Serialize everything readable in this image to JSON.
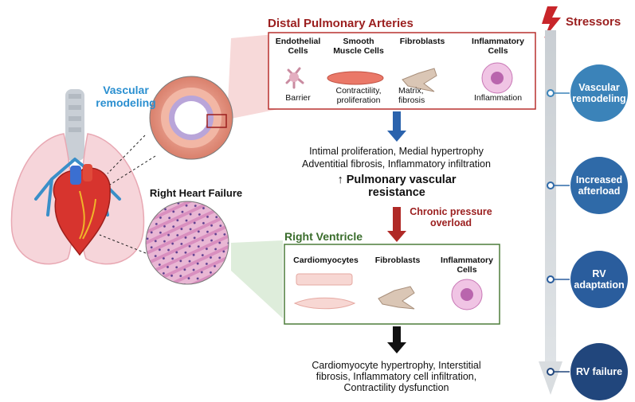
{
  "diagram": {
    "vascular_remodeling_label": "Vascular remodeling",
    "right_heart_failure_label": "Right Heart Failure",
    "distal": {
      "title": "Distal Pulmonary Arteries",
      "cells": [
        {
          "name": "Endothelial Cells",
          "role": "Barrier"
        },
        {
          "name": "Smooth Muscle Cells",
          "role": "Contractility, proliferation"
        },
        {
          "name": "Fibroblasts",
          "role": "Matrix, fibrosis"
        },
        {
          "name": "Inflammatory Cells",
          "role": "Inflammation"
        }
      ]
    },
    "remodeling_text": {
      "line1": "Intimal proliferation, Medial hypertrophy",
      "line2": "Adventitial fibrosis, Inflammatory infiltration",
      "pvr": "↑ Pulmonary vascular resistance"
    },
    "chronic_pressure": "Chronic pressure overload",
    "rv": {
      "title": "Right Ventricle",
      "cells": [
        {
          "name": "Cardiomyocytes"
        },
        {
          "name": "Fibroblasts"
        },
        {
          "name": "Inflammatory Cells"
        }
      ]
    },
    "outcome_text": "Cardiomyocyte hypertrophy, Interstitial fibrosis, Inflammatory cell infiltration, Contractility dysfunction",
    "stressors": {
      "title": "Stressors",
      "stages": [
        "Vascular remodeling",
        "Increased afterload",
        "RV adaptation",
        "RV failure"
      ]
    }
  }
}
